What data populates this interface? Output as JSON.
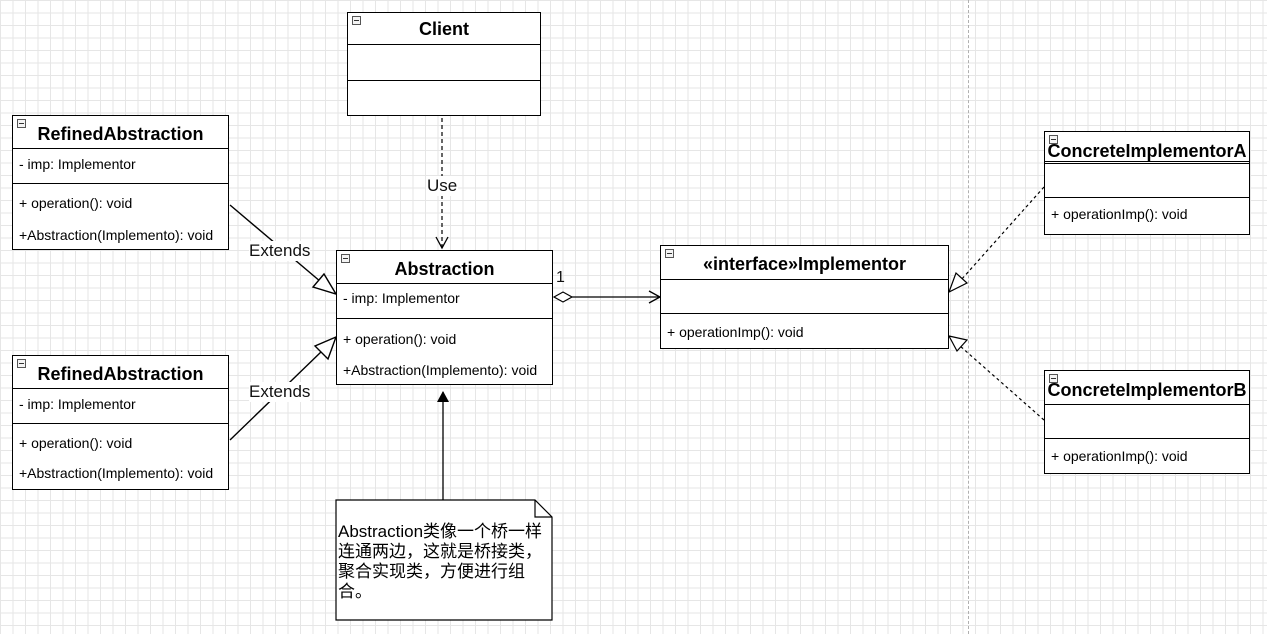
{
  "classes": {
    "client": {
      "name": "Client"
    },
    "refined_top": {
      "name": "RefinedAbstraction",
      "attribute": "- imp: Implementor",
      "method_1": "+ operation(): void",
      "method_2": "+Abstraction(Implemento): void"
    },
    "refined_bottom": {
      "name": "RefinedAbstraction",
      "attribute": "- imp: Implementor",
      "method_1": "+ operation(): void",
      "method_2": "+Abstraction(Implemento): void"
    },
    "abstraction": {
      "name": "Abstraction",
      "attribute": "- imp: Implementor",
      "method_1": "+ operation(): void",
      "method_2": "+Abstraction(Implemento): void"
    },
    "implementor": {
      "name": "«interface»Implementor",
      "method_1": "+ operationImp(): void"
    },
    "concrete_a": {
      "name": "ConcreteImplementorA",
      "method_1": "+ operationImp(): void"
    },
    "concrete_b": {
      "name": "ConcreteImplementorB",
      "method_1": "+ operationImp(): void"
    }
  },
  "edges": {
    "use_label": "Use",
    "extends_top_label": "Extends",
    "extends_bottom_label": "Extends",
    "multiplicity": "1"
  },
  "note": {
    "text": "Abstraction类像一个桥一样连通两边，这就是桥接类，聚合实现类，方便进行组合。"
  }
}
